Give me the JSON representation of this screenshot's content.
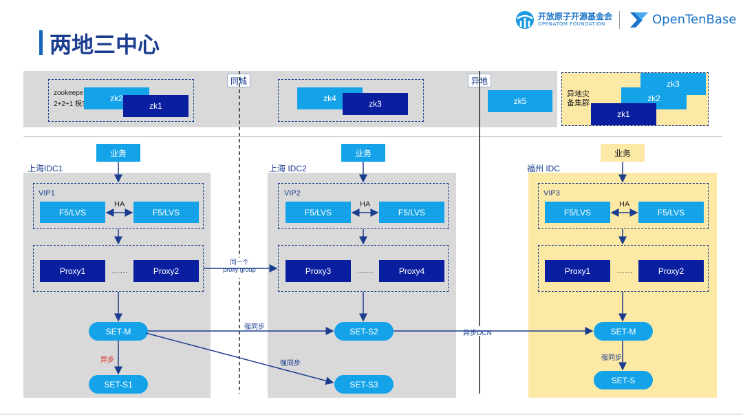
{
  "title": "两地三中心",
  "logo": {
    "cn": "开放原子开源基金会",
    "en": "OPENATOM FOUNDATION",
    "product": "OpenTenBase"
  },
  "zk_band": {
    "mode_label_1": "zookeeper",
    "mode_label_2": "2+2+1 模式",
    "group1": [
      "zk2",
      "zk1"
    ],
    "same_city": "同城",
    "group2": [
      "zk4",
      "zk3"
    ],
    "remote": "异地",
    "zk5": "zk5",
    "dr_label": "异地灾\n备集群",
    "dr_boxes": [
      "zk3",
      "zk2",
      "zk1"
    ]
  },
  "business": "业务",
  "idc1": {
    "name": "上海IDC1",
    "vip": "VIP1",
    "f5a": "F5/LVS",
    "f5b": "F5/LVS",
    "ha": "HA",
    "proxy_a": "Proxy1",
    "dots": "……",
    "proxy_b": "Proxy2",
    "setm": "SET-M",
    "async": "异步",
    "sets1": "SET-S1"
  },
  "idc2": {
    "name": "上海 IDC2",
    "vip": "VIP2",
    "f5a": "F5/LVS",
    "f5b": "F5/LVS",
    "ha": "HA",
    "proxy_a": "Proxy3",
    "dots": "……",
    "proxy_b": "Proxy4",
    "sets2": "SET-S2",
    "sets3": "SET-S3"
  },
  "idc3": {
    "name": "福州 IDC",
    "vip": "VIP3",
    "f5a": "F5/LVS",
    "f5b": "F5/LVS",
    "ha": "HA",
    "proxy_a": "Proxy1",
    "dots": "……",
    "proxy_b": "Proxy2",
    "setm": "SET-M",
    "sync": "强同步",
    "sets": "SET-S"
  },
  "links": {
    "same_proxy_group_1": "同一个",
    "same_proxy_group_2": "proxy group",
    "strong_sync_1": "强同步",
    "strong_sync_2": "强同步",
    "async_dcn": "异步DCN"
  },
  "colors": {
    "navy": "#0a1ea0",
    "light_blue": "#14a3e8",
    "yellow": "#fde9a6",
    "gray": "#d9d9d9",
    "title": "#1a3d8f"
  }
}
